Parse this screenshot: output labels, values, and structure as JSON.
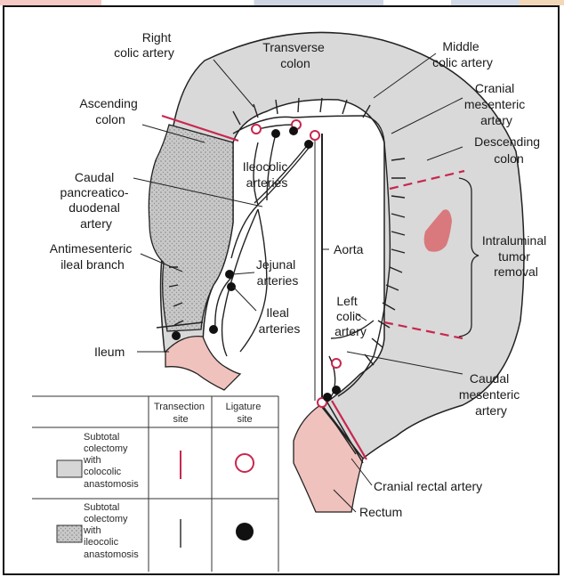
{
  "labels": {
    "right_colic_artery": [
      "Right",
      "colic artery"
    ],
    "transverse_colon": [
      "Transverse",
      "colon"
    ],
    "middle_colic_artery": [
      "Middle",
      "colic artery"
    ],
    "cranial_mesenteric_artery": [
      "Cranial",
      "mesenteric",
      "artery"
    ],
    "ascending_colon": [
      "Ascending",
      "colon"
    ],
    "descending_colon": [
      "Descending",
      "colon"
    ],
    "caudal_pancreaticoduodenal_artery": [
      "Caudal",
      "pancreatico-",
      "duodenal",
      "artery"
    ],
    "ileocolic_arteries": [
      "Ileocolic",
      "arteries"
    ],
    "antimesenteric_ileal_branch": [
      "Antimesenteric",
      "ileal branch"
    ],
    "aorta": "Aorta",
    "intraluminal_tumor_removal": [
      "Intraluminal",
      "tumor",
      "removal"
    ],
    "jejunal_arteries": [
      "Jejunal",
      "arteries"
    ],
    "ileal_arteries": [
      "Ileal",
      "arteries"
    ],
    "left_colic_artery": [
      "Left",
      "colic",
      "artery"
    ],
    "ileum": "Ileum",
    "caudal_mesenteric_artery": [
      "Caudal",
      "mesenteric",
      "artery"
    ],
    "cranial_rectal_artery": "Cranial rectal artery",
    "rectum": "Rectum"
  },
  "legend": {
    "headers": [
      [
        "Transection",
        "site"
      ],
      [
        "Ligature",
        "site"
      ]
    ],
    "rows": [
      {
        "text": [
          "Subtotal",
          "colectomy",
          "with",
          "colocolic",
          "anastomosis"
        ],
        "swatch": "#d6d6d6"
      },
      {
        "text": [
          "Subtotal",
          "colectomy",
          "with",
          "ileocolic",
          "anastomosis"
        ],
        "swatch": "#c4c4c4"
      }
    ]
  },
  "colors": {
    "colon_fill": "#d9d9d9",
    "stippled_fill": "#bdbdbd",
    "ileum_pink": "#f0c2bd",
    "tumor": "#d9797d",
    "transection_red": "#c8274f",
    "vessel": "#222222"
  }
}
